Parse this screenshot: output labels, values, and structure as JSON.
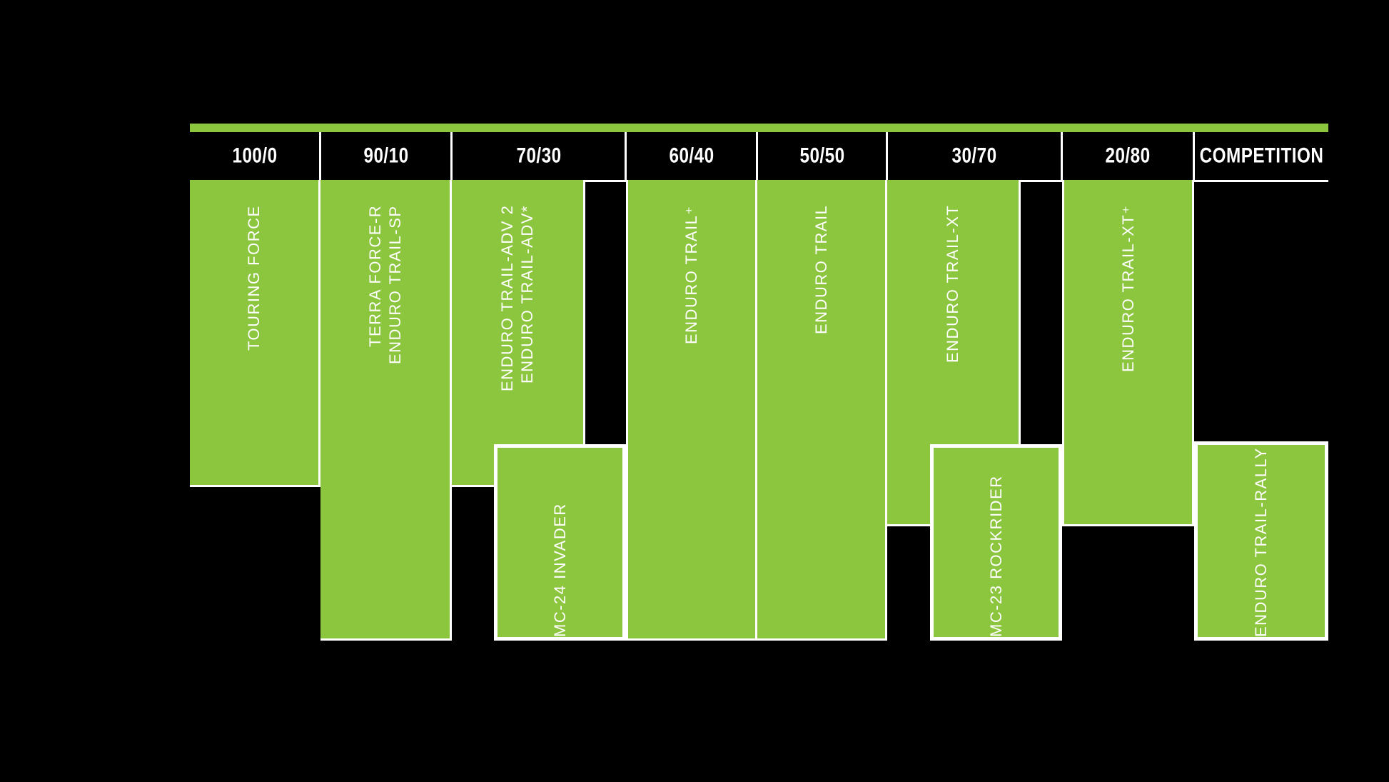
{
  "palette": {
    "background": "#000000",
    "green": "#8CC63F",
    "line_white": "#FFFFFF",
    "text_white": "#FFFFFF"
  },
  "header": {
    "columns": [
      "100/0",
      "90/10",
      "70/30",
      "60/40",
      "50/50",
      "30/70",
      "20/80",
      "COMPETITION"
    ]
  },
  "blocks": {
    "touring": {
      "line1": "TOURING FORCE"
    },
    "terra": {
      "line1": "TERRA FORCE-R",
      "line2": "ENDURO TRAIL-SP"
    },
    "adv": {
      "line1": "ENDURO TRAIL-ADV 2",
      "line2": "ENDURO TRAIL-ADV*"
    },
    "mc24": {
      "line1": "MC-24 INVADER"
    },
    "trailplus": {
      "line1": "ENDURO TRAIL⁺"
    },
    "trail": {
      "line1": "ENDURO TRAIL"
    },
    "xt": {
      "line1": "ENDURO TRAIL-XT"
    },
    "mc23": {
      "line1": "MC-23 ROCKRIDER"
    },
    "xtplus": {
      "line1": "ENDURO TRAIL-XT⁺"
    },
    "rally": {
      "line1": "ENDURO TRAIL-RALLY"
    }
  },
  "chart_data": {
    "type": "table",
    "title": "",
    "categories": [
      "100/0",
      "90/10",
      "70/30",
      "60/40",
      "50/50",
      "30/70",
      "20/80",
      "COMPETITION"
    ],
    "legend_position": "none",
    "products": [
      {
        "name": "TOURING FORCE",
        "category": "100/0",
        "position": "upper"
      },
      {
        "name": "TERRA FORCE-R / ENDURO TRAIL-SP",
        "category": "90/10",
        "position": "full"
      },
      {
        "name": "ENDURO TRAIL-ADV 2 / ENDURO TRAIL-ADV*",
        "category": "70/30",
        "position": "upper"
      },
      {
        "name": "MC-24 INVADER",
        "category": "70/30",
        "position": "lower"
      },
      {
        "name": "ENDURO TRAIL⁺",
        "category": "60/40",
        "position": "full"
      },
      {
        "name": "ENDURO TRAIL",
        "category": "50/50",
        "position": "full"
      },
      {
        "name": "ENDURO TRAIL-XT",
        "category": "30/70",
        "position": "upper"
      },
      {
        "name": "MC-23 ROCKRIDER",
        "category": "30/70",
        "position": "lower"
      },
      {
        "name": "ENDURO TRAIL-XT⁺",
        "category": "20/80",
        "position": "upper"
      },
      {
        "name": "ENDURO TRAIL-RALLY",
        "category": "COMPETITION",
        "position": "lower"
      }
    ]
  }
}
